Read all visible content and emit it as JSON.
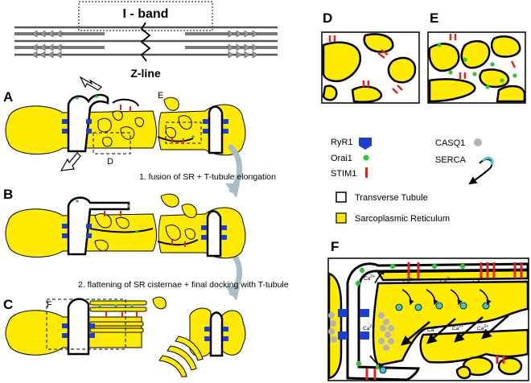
{
  "header": {
    "band_label": "I - band",
    "zline_label": "Z-line"
  },
  "panels": {
    "a": "A",
    "b": "B",
    "c": "C",
    "d": "D",
    "e": "E",
    "f": "F"
  },
  "insets": {
    "d_marker": "D",
    "e_marker": "E",
    "f_marker": "F"
  },
  "steps": {
    "step1": "1. fusion of SR + T-tubule elongation",
    "step2": "2. flattening of SR cisternae + final docking with T-tubule"
  },
  "legend": {
    "ryr1": "RyR1",
    "orai1": "Orai1",
    "stim1": "STIM1",
    "casq1": "CASQ1",
    "serca": "SERCA",
    "tt": "Transverse Tubule",
    "sr": "Sarcoplasmic Reticulum"
  },
  "ca_label": "Ca",
  "ca_sup": "2+",
  "colors": {
    "sr_fill": "#ffeb00",
    "ryr1": "#1a3fd1",
    "orai1": "#2ec82e",
    "stim1": "#e0241b",
    "casq1": "#b4b4b4",
    "serca": "#3fc4df",
    "arrow_gray": "#a8bec6"
  }
}
